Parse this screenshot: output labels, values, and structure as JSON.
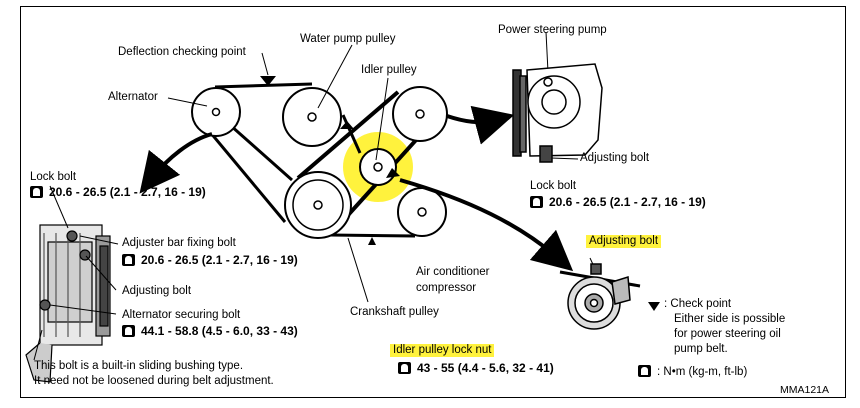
{
  "labels": {
    "deflection_checking_point": "Deflection checking point",
    "water_pump_pulley": "Water pump pulley",
    "power_steering_pump": "Power steering pump",
    "idler_pulley": "Idler pulley",
    "alternator": "Alternator",
    "lock_bolt_left": "Lock bolt",
    "torque_lock_bolt_left": "20.6 - 26.5 (2.1 - 2.7, 16 - 19)",
    "adjuster_bar_fixing_bolt": "Adjuster bar fixing bolt",
    "torque_adjuster_bar": "20.6 - 26.5 (2.1 - 2.7, 16 - 19)",
    "adjusting_bolt_left": "Adjusting bolt",
    "alternator_securing_bolt": "Alternator securing bolt",
    "torque_alternator_securing": "44.1 - 58.8 (4.5 - 6.0, 33 - 43)",
    "note_line1": "This bolt is a built-in sliding bushing type.",
    "note_line2": "It need not be loosened during belt adjustment.",
    "adjusting_bolt_ps": "Adjusting bolt",
    "lock_bolt_ps": "Lock bolt",
    "torque_lock_bolt_ps": "20.6 - 26.5 (2.1 - 2.7, 16 - 19)",
    "adjusting_bolt_idler": "Adjusting bolt",
    "air_conditioner_compressor_1": "Air conditioner",
    "air_conditioner_compressor_2": "compressor",
    "crankshaft_pulley": "Crankshaft pulley",
    "idler_pulley_lock_nut": "Idler pulley lock nut",
    "torque_idler_lock_nut": "43 - 55 (4.4 - 5.6, 32 - 41)",
    "check_point_1": ": Check point",
    "check_point_2": "Either side is possible",
    "check_point_3": "for power steering oil",
    "check_point_4": "pump belt.",
    "unit_legend": ": N•m (kg-m, ft-lb)",
    "figure_code": "MMA121A"
  },
  "colors": {
    "highlight": "#fff23d",
    "line": "#000000"
  },
  "icons": [
    "torque-wrench-icon",
    "check-point-triangle-icon"
  ]
}
